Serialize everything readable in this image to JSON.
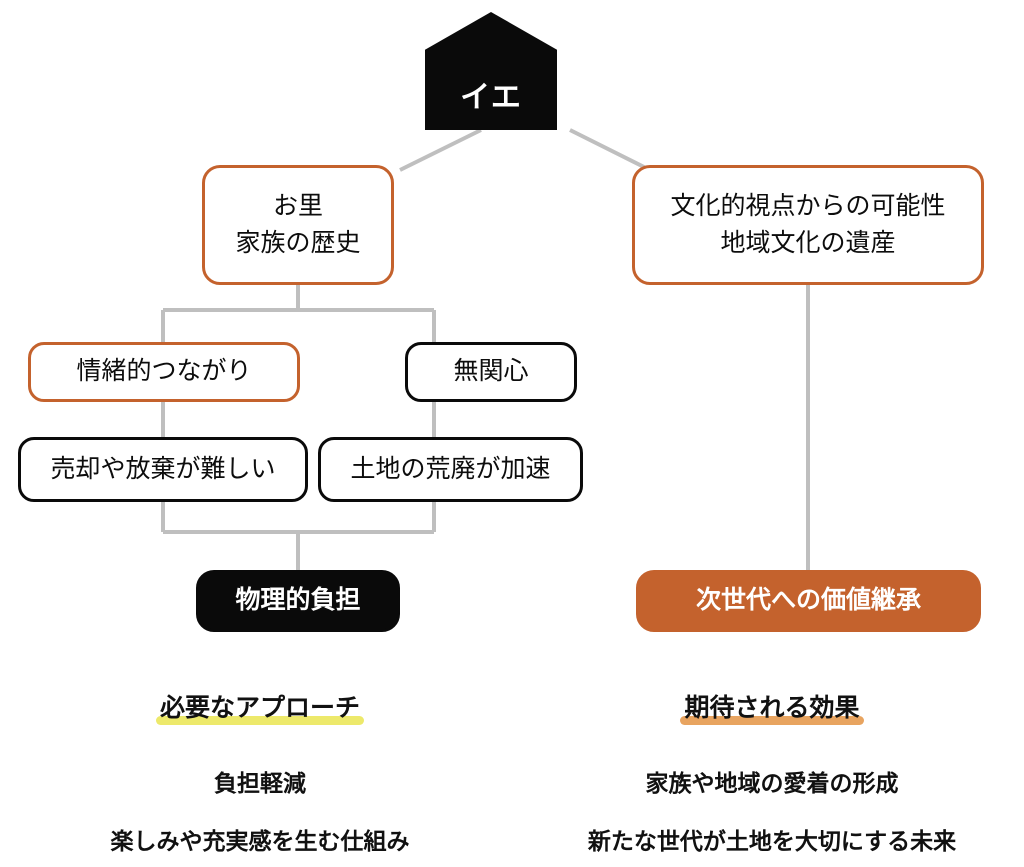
{
  "diagram": {
    "title": "イエ",
    "colors": {
      "orange": "#C4622D",
      "black": "#0a0a0a",
      "edge_gray": "#bfbfbf",
      "highlight_yellow": "#EDE96B",
      "highlight_orange": "#E8A460"
    },
    "root": {
      "label": "イエ",
      "shape": "house",
      "style": "filled-black"
    },
    "nodes": [
      {
        "id": "osato",
        "lines": [
          "お里",
          "家族の歴史"
        ],
        "style": "outline-orange"
      },
      {
        "id": "cultural",
        "lines": [
          "文化的視点からの可能性",
          "地域文化の遺産"
        ],
        "style": "outline-orange"
      },
      {
        "id": "emotional",
        "lines": [
          "情緒的つながり"
        ],
        "style": "outline-orange"
      },
      {
        "id": "indifference",
        "lines": [
          "無関心"
        ],
        "style": "outline-black"
      },
      {
        "id": "hard-to-sell",
        "lines": [
          "売却や放棄が難しい"
        ],
        "style": "outline-black"
      },
      {
        "id": "land-decay",
        "lines": [
          "土地の荒廃が加速"
        ],
        "style": "outline-black"
      },
      {
        "id": "physical-burden",
        "lines": [
          "物理的負担"
        ],
        "style": "filled-black"
      },
      {
        "id": "value-succession",
        "lines": [
          "次世代への価値継承"
        ],
        "style": "filled-orange"
      }
    ]
  },
  "footer": {
    "left": {
      "heading": "必要なアプローチ",
      "highlight": "yellow",
      "lines": [
        "負担軽減",
        "楽しみや充実感を生む仕組み"
      ]
    },
    "right": {
      "heading": "期待される効果",
      "highlight": "orange",
      "lines": [
        "家族や地域の愛着の形成",
        "新たな世代が土地を大切にする未来"
      ]
    }
  }
}
